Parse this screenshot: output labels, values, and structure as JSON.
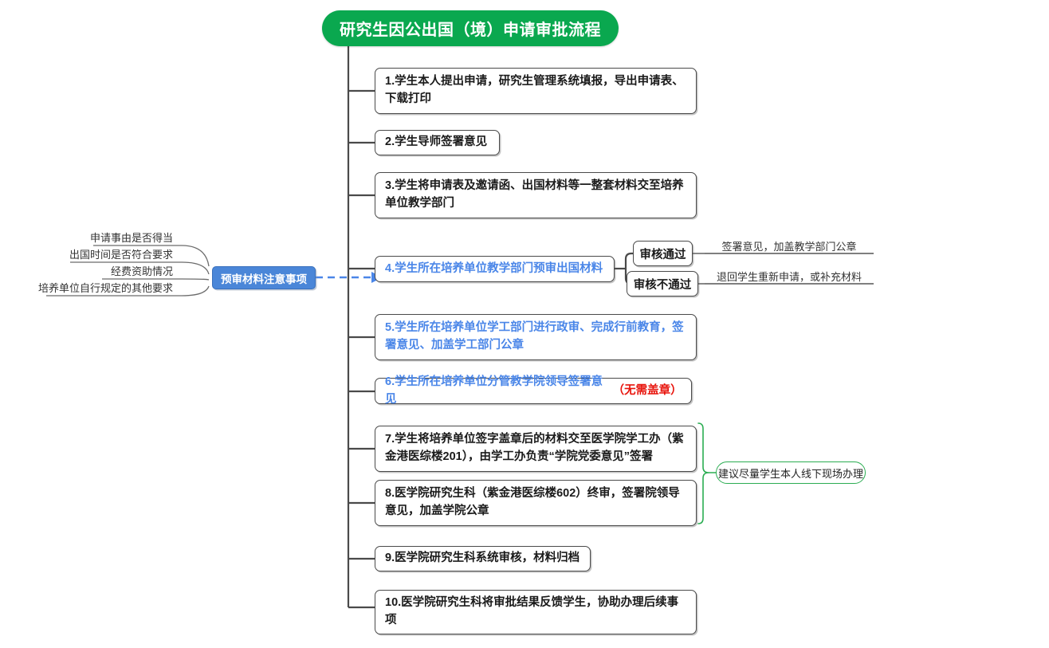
{
  "title": "研究生因公出国（境）申请审批流程",
  "theme": {
    "banner_green": "#0aa84f",
    "box_border": "#4a4a4a",
    "blue_text": "#4a86e8",
    "red_text": "#e8140c",
    "note_blue": "#4a86d8",
    "brace_green": "#2bad52"
  },
  "steps": [
    {
      "id": "step-1",
      "text": "1.学生本人提出申请，研究生管理系统填报，导出申请表、下载打印"
    },
    {
      "id": "step-2",
      "text": "2.学生导师签署意见"
    },
    {
      "id": "step-3",
      "text": "3.学生将申请表及邀请函、出国材料等一整套材料交至培养单位教学部门"
    },
    {
      "id": "step-4",
      "text": "4.学生所在培养单位教学部门预审出国材料"
    },
    {
      "id": "step-5",
      "text": "5.学生所在培养单位学工部门进行政审、完成行前教育，签署意见、加盖学工部门公章"
    },
    {
      "id": "step-6",
      "text": "6.学生所在培养单位分管教学院领导签署意见",
      "suffix_red": "（无需盖章）"
    },
    {
      "id": "step-7",
      "text": "7.学生将培养单位签字盖章后的材料交至医学院学工办（紫金港医综楼201），由学工办负责“学院党委意见”签署"
    },
    {
      "id": "step-8",
      "text": "8.医学院研究生科（紫金港医综楼602）终审，签署院领导意见，加盖学院公章"
    },
    {
      "id": "step-9",
      "text": "9.医学院研究生科系统审核，材料归档"
    },
    {
      "id": "step-10",
      "text": "10.医学院研究生科将审批结果反馈学生，协助办理后续事项"
    }
  ],
  "decisions": [
    {
      "id": "pass",
      "label": "审核通过",
      "annotation": "签署意见，加盖教学部门公章"
    },
    {
      "id": "fail",
      "label": "审核不通过",
      "annotation": "退回学生重新申请，或补充材料"
    }
  ],
  "preaudit": {
    "label": "预审材料注意事项",
    "items": [
      "申请事由是否得当",
      "出国时间是否符合要求",
      "经费资助情况",
      "培养单位自行规定的其他要求"
    ]
  },
  "group_note": "建议尽量学生本人线下现场办理"
}
